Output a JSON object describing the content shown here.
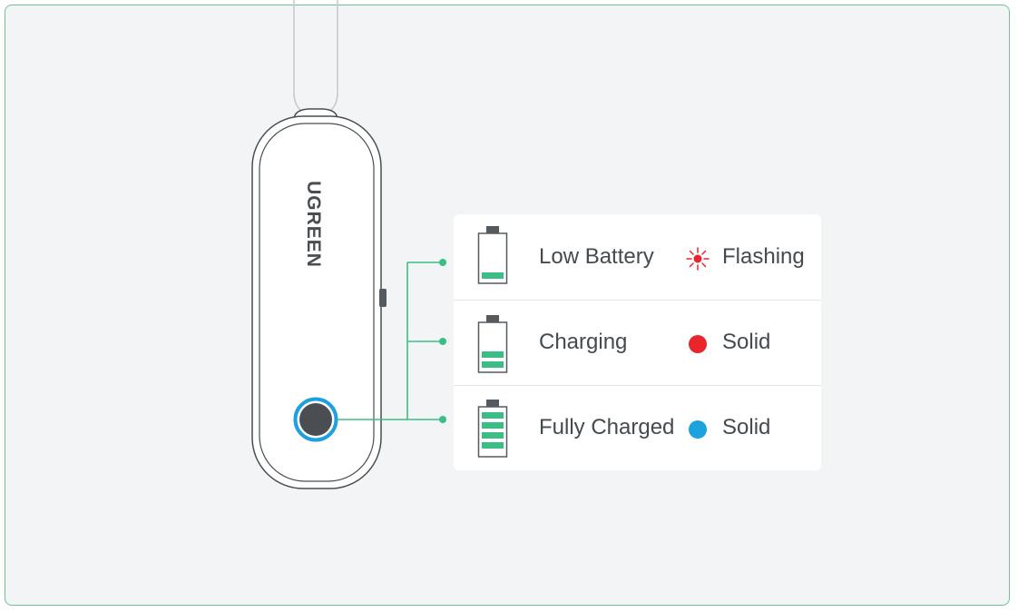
{
  "device": {
    "brand": "UGREEN"
  },
  "rows": [
    {
      "label": "Low Battery",
      "status": "Flashing",
      "led_color": "#e8262c",
      "led_mode": "flashing",
      "battery_level_bars": 1
    },
    {
      "label": "Charging",
      "status": "Solid",
      "led_color": "#e8262c",
      "led_mode": "solid",
      "battery_level_bars": 2
    },
    {
      "label": "Fully Charged",
      "status": "Solid",
      "led_color": "#1aa3df",
      "led_mode": "solid",
      "battery_level_bars": 4
    }
  ],
  "colors": {
    "accent_green": "#3dbd86",
    "button_ring": "#1e9fe0",
    "frame_border": "#6cc39b"
  },
  "icons": {
    "battery": "battery-icon",
    "led": "led-dot-icon",
    "flash": "flash-burst-icon",
    "button": "power-button-icon"
  }
}
